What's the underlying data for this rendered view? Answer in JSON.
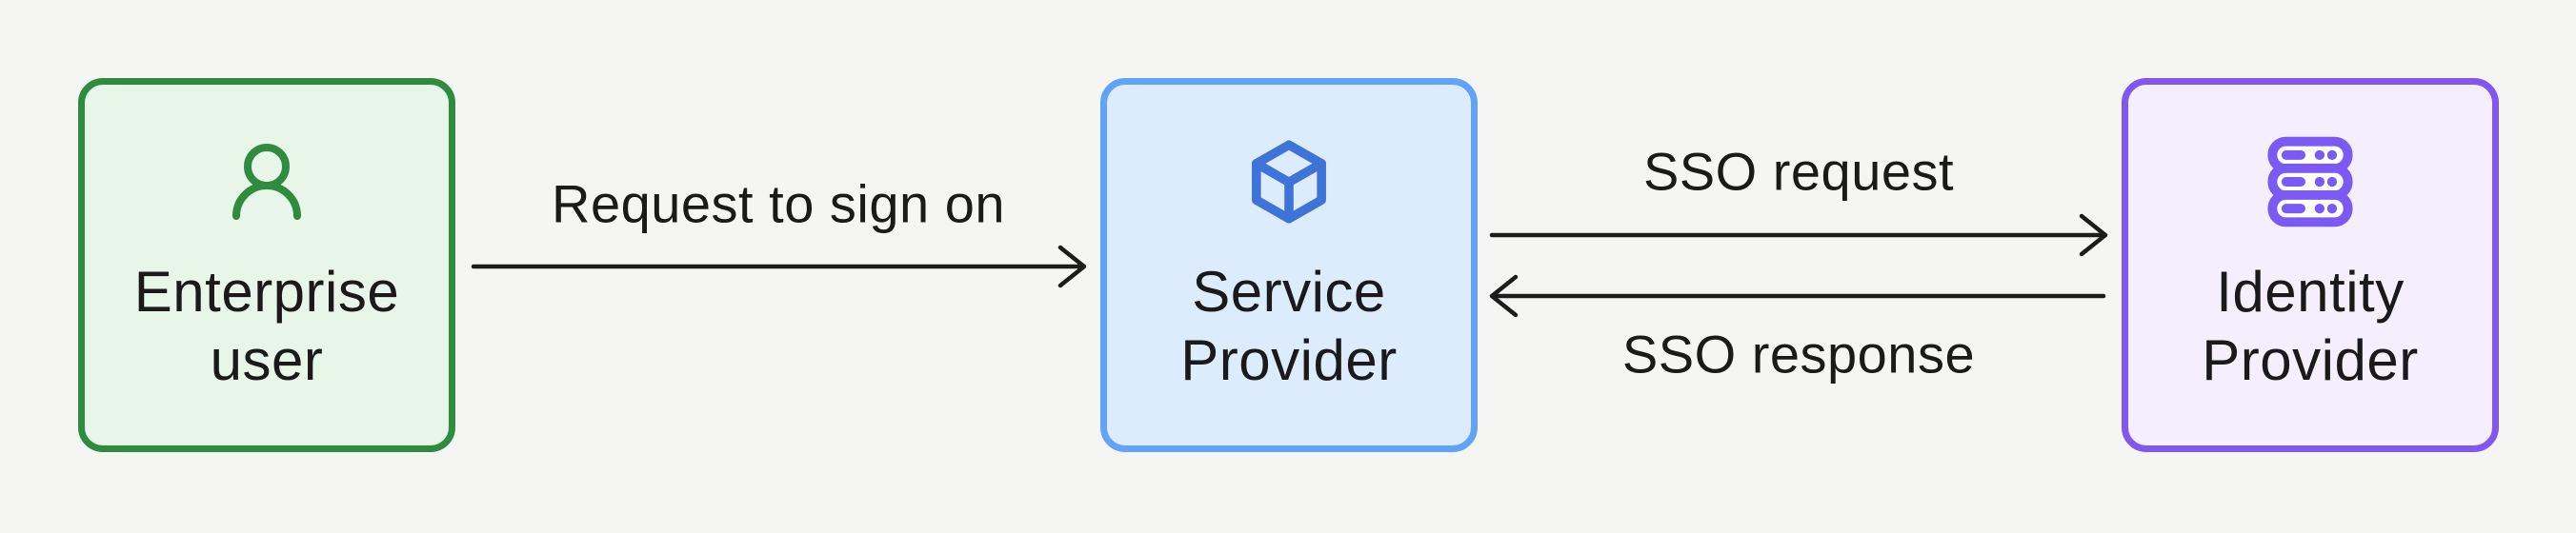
{
  "diagram": {
    "background_color": "#f5f6f4",
    "text_color": "#1a1a1a",
    "arrow_color": "#1c1c1c",
    "nodes": [
      {
        "id": "enterprise-user",
        "label_lines": [
          "Enterprise",
          "user"
        ],
        "icon": "user-icon",
        "border_color": "#2f8b3e",
        "fill_color": "#e8f5e9",
        "icon_color": "#2f8b3e"
      },
      {
        "id": "service-provider",
        "label_lines": [
          "Service",
          "Provider"
        ],
        "icon": "cube-icon",
        "border_color": "#60a3f8",
        "fill_color": "#ddecfc",
        "icon_color": "#3e74d8"
      },
      {
        "id": "identity-provider",
        "label_lines": [
          "Identity",
          "Provider"
        ],
        "icon": "server-stack-icon",
        "border_color": "#8257f0",
        "fill_color": "#f4eefd",
        "icon_color": "#7b5af3"
      }
    ],
    "edges": [
      {
        "from": "enterprise-user",
        "to": "service-provider",
        "label": "Request to sign on",
        "direction": "right"
      },
      {
        "from": "service-provider",
        "to": "identity-provider",
        "label": "SSO request",
        "direction": "right"
      },
      {
        "from": "identity-provider",
        "to": "service-provider",
        "label": "SSO response",
        "direction": "left"
      }
    ]
  }
}
